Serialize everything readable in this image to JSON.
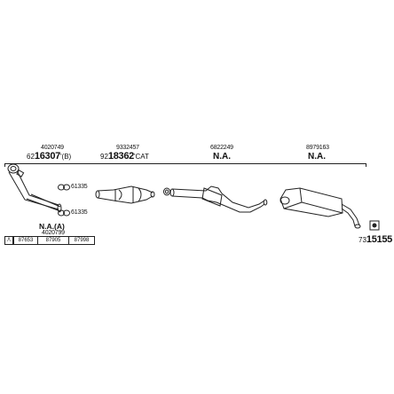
{
  "parts": [
    {
      "ref": "4020749",
      "code_prefix": "62",
      "code_main": "16307",
      "code_suffix": "'(B)"
    },
    {
      "ref": "9332457",
      "code_prefix": "92",
      "code_main": "18362",
      "code_suffix": "'CAT"
    },
    {
      "ref": "6822249",
      "na": "N.A."
    },
    {
      "ref": "8979163",
      "na": "N.A."
    }
  ],
  "clamps": [
    "61335",
    "61335"
  ],
  "left_block": {
    "na": "N.A.(A)",
    "ref": "4020799"
  },
  "table": [
    "87653",
    "87905",
    "87998"
  ],
  "bottom_right": {
    "prefix": "73",
    "main": "15155"
  },
  "colors": {
    "line": "#222222",
    "background": "#ffffff"
  }
}
